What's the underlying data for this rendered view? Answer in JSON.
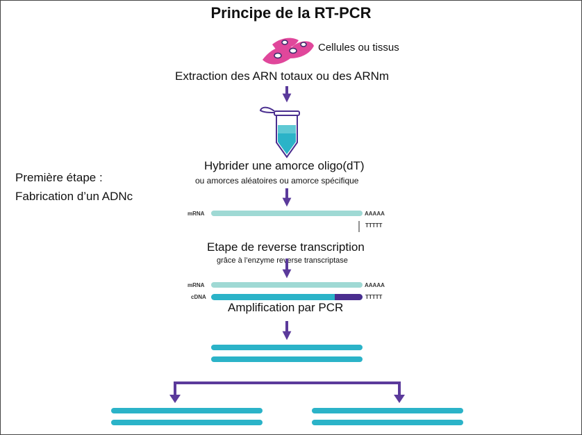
{
  "title": "Principe de la RT-PCR",
  "cells_label": "Cellules ou tissus",
  "extraction": "Extraction des ARN totaux  ou des ARNm",
  "first_step": {
    "line1": "Première étape :",
    "line2": "Fabrication d’un ADNc"
  },
  "hybridization": {
    "line1": "Hybrider une amorce oligo(dT)",
    "line2": "ou amorces aléatoires ou amorce spécifique"
  },
  "reverse_transcription": {
    "line1": "Etape de reverse transcription",
    "line2": "grâce à l’enzyme   reverse transcriptase"
  },
  "amplification": "Amplification par PCR",
  "strand_labels": {
    "mrna": "mRNA",
    "cdna": "cDNA",
    "polyA": "AAAAA",
    "oligoT": "TTTTT"
  },
  "colors": {
    "arrow": "#5b3a9b",
    "mrna": "#9fd9d4",
    "cdna": "#2bb3c8",
    "primer": "#4a2e8f",
    "cells": "#e0479b",
    "tube_liquid": "#5fc9d4"
  }
}
